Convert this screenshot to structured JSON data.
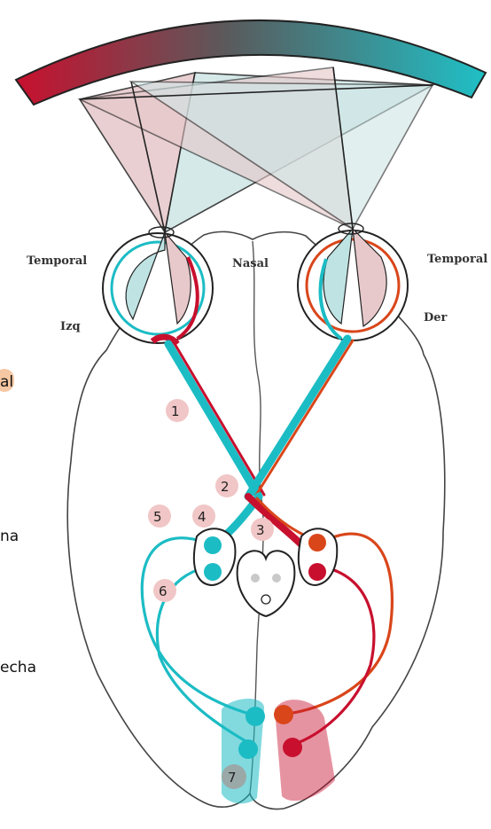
{
  "labels": {
    "temporal_left": "Temporal",
    "nasal": "Nasal",
    "temporal_right": "Temporal",
    "izq": "Izq",
    "der": "Der"
  },
  "numbers": [
    "1",
    "2",
    "3",
    "4",
    "5",
    "6",
    "7"
  ],
  "edge_fragments": {
    "al": "al",
    "na": "na",
    "echa": "echa"
  },
  "colors": {
    "left_field_red": "#c8102e",
    "right_field_cyan": "#1cbcc4",
    "orange": "#d9461a",
    "pink_fill": "#e7c9cb",
    "cyan_fill": "#bfe3e3",
    "badge_pink": "#f1c6c6",
    "badge_orange": "#f5c7a3"
  }
}
